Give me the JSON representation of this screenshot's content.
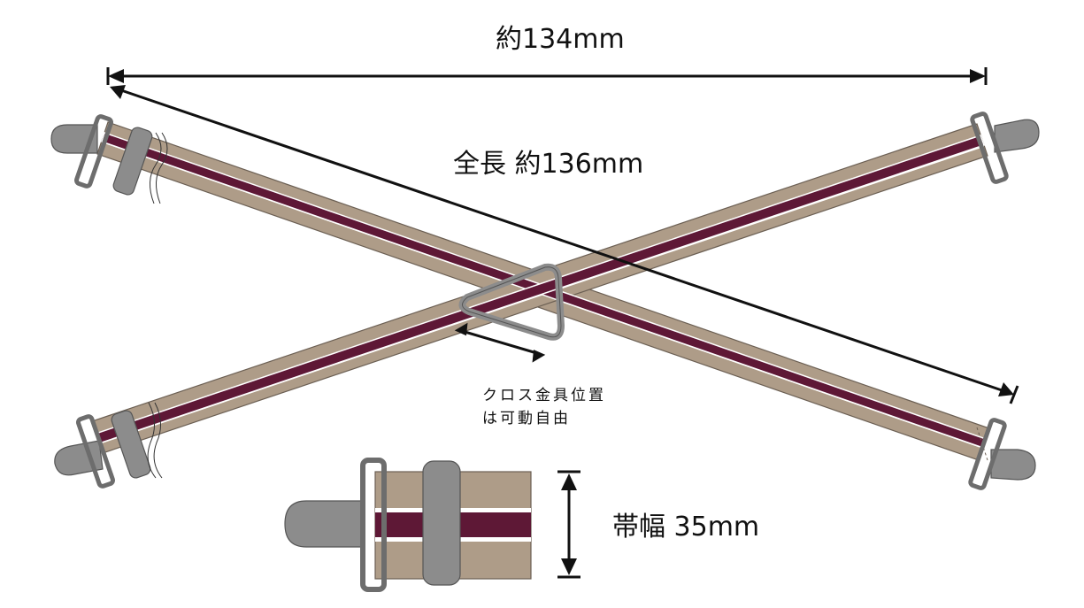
{
  "labels": {
    "width_top": "約134mm",
    "total_length": "全長 約136mm",
    "cross_note_line1": "クロス金具位置",
    "cross_note_line2": "は可動自由",
    "band_width": "帯幅 35mm"
  },
  "colors": {
    "band": "#ae9c88",
    "stripe": "#5e1836",
    "stripe_edge": "#ffffff",
    "metal": "#8c8c8c",
    "metal_outline": "#555555",
    "arrow": "#111111"
  },
  "icons": {
    "clip": "suspender-clip-icon",
    "adjuster": "slide-adjuster-icon",
    "cross_fitting": "triangle-ring-icon"
  }
}
